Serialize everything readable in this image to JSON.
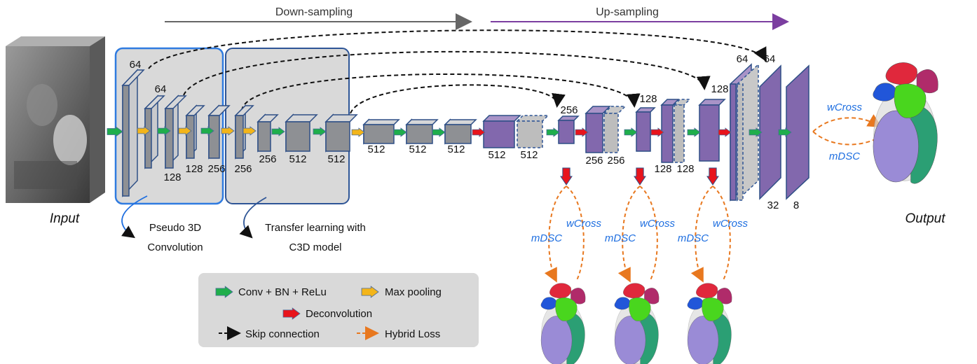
{
  "headers": {
    "down": "Down-sampling",
    "up": "Up-sampling"
  },
  "io": {
    "input": "Input",
    "output": "Output"
  },
  "notes": {
    "pseudo1": "Pseudo 3D",
    "pseudo2": "Convolution",
    "transfer1": "Transfer learning with",
    "transfer2": "C3D model"
  },
  "encoder_labels": [
    "64",
    "64",
    "128",
    "128",
    "256",
    "256",
    "256",
    "512",
    "512",
    "512",
    "512",
    "512"
  ],
  "decoder_labels": [
    "512",
    "512",
    "256",
    "256",
    "256",
    "128",
    "128",
    "128",
    "128",
    "64",
    "64",
    "32",
    "8"
  ],
  "losses": {
    "wcross": "wCross",
    "mdsc": "mDSC"
  },
  "legend": {
    "conv": "Conv + BN + ReLu",
    "pool": "Max pooling",
    "deconv": "Deconvolution",
    "skip": "Skip connection",
    "hybrid": "Hybrid Loss"
  },
  "colors": {
    "conv": "#1fae4b",
    "pool": "#f3b51a",
    "deconv": "#e8141c",
    "encoder_block": "#a9abaf",
    "decoder_block": "#8268ad",
    "skip_line": "#111111",
    "loss_line": "#e8781f",
    "down_arrow": "#666666",
    "up_arrow": "#7b3ea0",
    "heart": [
      "#e0283c",
      "#2156d9",
      "#49d61e",
      "#b02b6a",
      "#2b9f74",
      "#9a8bd6"
    ]
  },
  "icons": [
    "conv-arrow-icon",
    "pool-arrow-icon",
    "deconv-arrow-icon",
    "heart-segmentation-icon",
    "mri-volume-icon"
  ]
}
